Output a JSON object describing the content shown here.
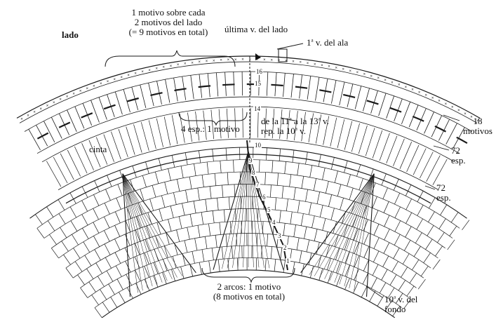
{
  "labels": {
    "side": "lado",
    "motif_side_l1": "1 motivo sobre cada",
    "motif_side_l2": "2 motivos del lado",
    "motif_side_l3": "(= 9 motivos en total)",
    "last_round_side": "última v. del lado",
    "first_round_wing_num": "1",
    "first_round_wing_sup": "a",
    "first_round_wing_rest": "v. del ala",
    "repeat_l1_a": "de la 11",
    "repeat_l1_sup1": "a",
    "repeat_l1_b": "a la 13",
    "repeat_l1_sup2": "a",
    "repeat_l1_c": "v.",
    "repeat_l2_a": "rep. la 10",
    "repeat_l2_sup": "a",
    "repeat_l2_b": "v.",
    "four_spaces": "4 esp.: 1 motivo",
    "ribbon": "cinta",
    "motifs_18_a": "18",
    "motifs_18_b": "motivos",
    "sp72_a_num": "72",
    "sp72_a_txt": "esp.",
    "sp72_b_num": "72",
    "sp72_b_txt": "esp.",
    "two_arcs_l1": "2 arcos: 1 motivo",
    "two_arcs_l2": "(8 motivos en total)",
    "round10_l1_a": "10",
    "round10_l1_sup": "a",
    "round10_l1_b": "v. del",
    "round10_l2": "fondo"
  },
  "row_numbers": [
    "16",
    "15",
    "14",
    "10",
    "9",
    "8",
    "7",
    "6",
    "5",
    "4",
    "3",
    "2",
    "1"
  ]
}
